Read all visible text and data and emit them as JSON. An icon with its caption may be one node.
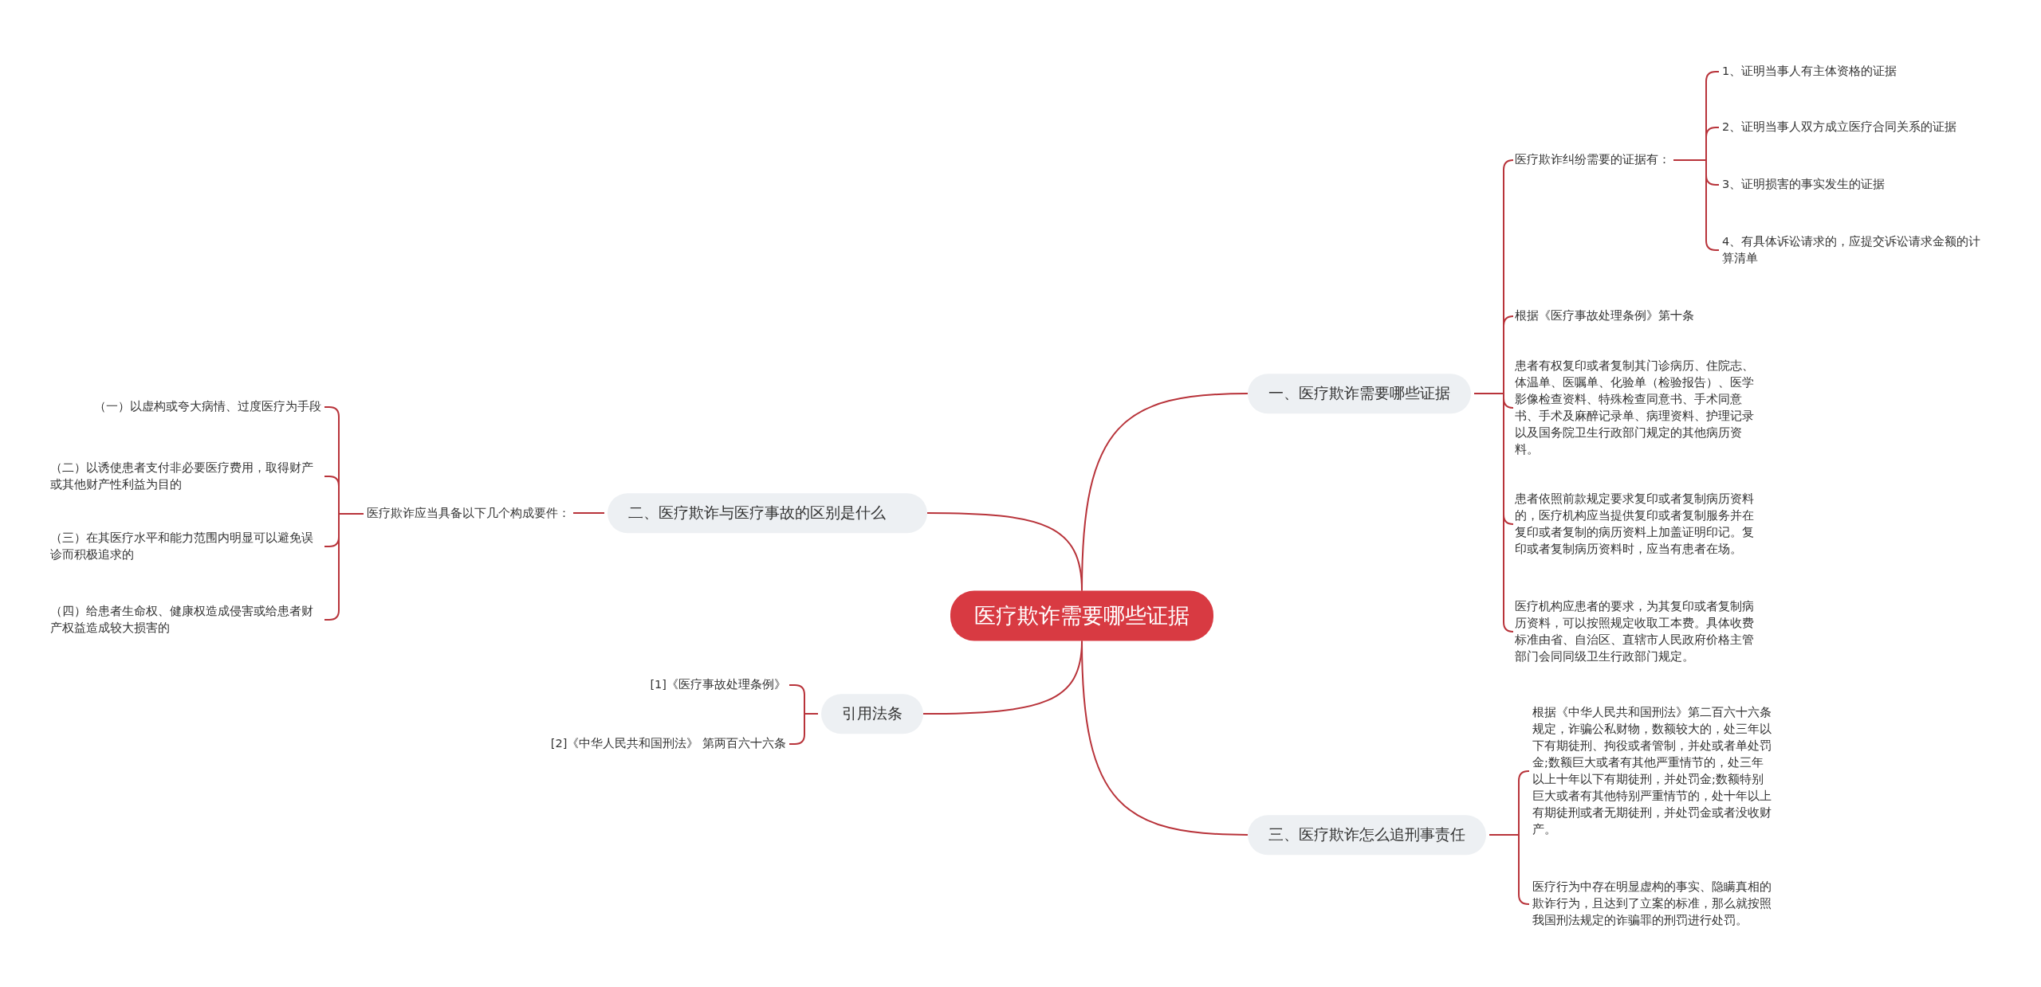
{
  "diagram": {
    "nodes": [
      {
        "text": [
          "医疗欺诈需要哪些证据"
        ]
      },
      {
        "text": [
          "一、医疗欺诈需要哪些证据"
        ]
      },
      {
        "text": [
          "医疗欺诈纠纷需要的证据有："
        ]
      },
      {
        "text": [
          "1、证明当事人有主体资格的证据"
        ]
      },
      {
        "text": [
          "2、证明当事人双方成立医疗合同关系的证据"
        ]
      },
      {
        "text": [
          "3、证明损害的事实发生的证据"
        ]
      },
      {
        "text": [
          "4、有具体诉讼请求的，应提交诉讼请求金额的计算清单"
        ]
      },
      {
        "text": [
          "根据《医疗事故处理条例》第十条"
        ]
      },
      {
        "text": [
          "患者有权复印或者复制其门诊病历、住院志、体温单、医嘱单、化验单（检验报告）、医学影像检查资料、特殊检查同意书、手术同意书、手术及麻醉记录单、病理资料、护理记录以及国务院卫生行政部门规定的其他病历资料。"
        ]
      },
      {
        "text": [
          "患者依照前款规定要求复印或者复制病历资料的，医疗机构应当提供复印或者复制服务并在复印或者复制的病历资料上加盖证明印记。复印或者复制病历资料时，应当有患者在场。"
        ]
      },
      {
        "text": [
          "医疗机构应患者的要求，为其复印或者复制病历资料，可以按照规定收取工本费。具体收费标准由省、自治区、直辖市人民政府价格主管部门会同同级卫生行政部门规定。"
        ]
      },
      {
        "text": [
          "三、医疗欺诈怎么追刑事责任"
        ]
      },
      {
        "text": [
          "根据《中华人民共和国刑法》第二百六十六条规定，诈骗公私财物，数额较大的，处三年以下有期徒刑、拘役或者管制，并处或者单处罚金;数额巨大或者有其他严重情节的，处三年以上十年以下有期徒刑，并处罚金;数额特别巨大或者有其他特别严重情节的，处十年以上有期徒刑或者无期徒刑，并处罚金或者没收财产。"
        ]
      },
      {
        "text": [
          "医疗行为中存在明显虚构的事实、隐瞒真相的欺诈行为，且达到了立案的标准，那么就按照我国刑法规定的诈骗罪的刑罚进行处罚。"
        ]
      },
      {
        "text": [
          "二、医疗欺诈与医疗事故的区别是什么"
        ]
      },
      {
        "text": [
          "医疗欺诈应当具备以下几个构成要件："
        ]
      },
      {
        "text": [
          "（一）以虚构或夸大病情、过度医疗为手段"
        ]
      },
      {
        "text": [
          "（二）以诱使患者支付非必要医疗费用，取得财产或其他财产性利益为目的"
        ]
      },
      {
        "text": [
          "（三）在其医疗水平和能力范围内明显可以避免误诊而积极追求的"
        ]
      },
      {
        "text": [
          "（四）给患者生命权、健康权造成侵害或给患者财产权益造成较大损害的"
        ]
      },
      {
        "text": [
          "引用法条"
        ]
      },
      {
        "text": [
          "[1]《医疗事故处理条例》"
        ]
      },
      {
        "text": [
          "[2]《中华人民共和国刑法》 第两百六十六条"
        ]
      }
    ],
    "edges": [
      {
        "from": 0,
        "to": 1,
        "arrow": "none"
      },
      {
        "from": 1,
        "to": 2,
        "arrow": "none"
      },
      {
        "from": 2,
        "to": 3,
        "arrow": "none"
      },
      {
        "from": 2,
        "to": 4,
        "arrow": "none"
      },
      {
        "from": 2,
        "to": 5,
        "arrow": "none"
      },
      {
        "from": 2,
        "to": 6,
        "arrow": "none"
      },
      {
        "from": 1,
        "to": 7,
        "arrow": "none"
      },
      {
        "from": 1,
        "to": 8,
        "arrow": "none"
      },
      {
        "from": 1,
        "to": 9,
        "arrow": "none"
      },
      {
        "from": 1,
        "to": 10,
        "arrow": "none"
      },
      {
        "from": 0,
        "to": 11,
        "arrow": "none"
      },
      {
        "from": 11,
        "to": 12,
        "arrow": "none"
      },
      {
        "from": 11,
        "to": 13,
        "arrow": "none"
      },
      {
        "from": 0,
        "to": 14,
        "arrow": "none"
      },
      {
        "from": 14,
        "to": 15,
        "arrow": "none"
      },
      {
        "from": 15,
        "to": 16,
        "arrow": "none"
      },
      {
        "from": 15,
        "to": 17,
        "arrow": "none"
      },
      {
        "from": 15,
        "to": 18,
        "arrow": "none"
      },
      {
        "from": 15,
        "to": 19,
        "arrow": "none"
      },
      {
        "from": 0,
        "to": 20,
        "arrow": "none"
      },
      {
        "from": 20,
        "to": 21,
        "arrow": "none"
      },
      {
        "from": 20,
        "to": 22,
        "arrow": "none"
      }
    ]
  }
}
